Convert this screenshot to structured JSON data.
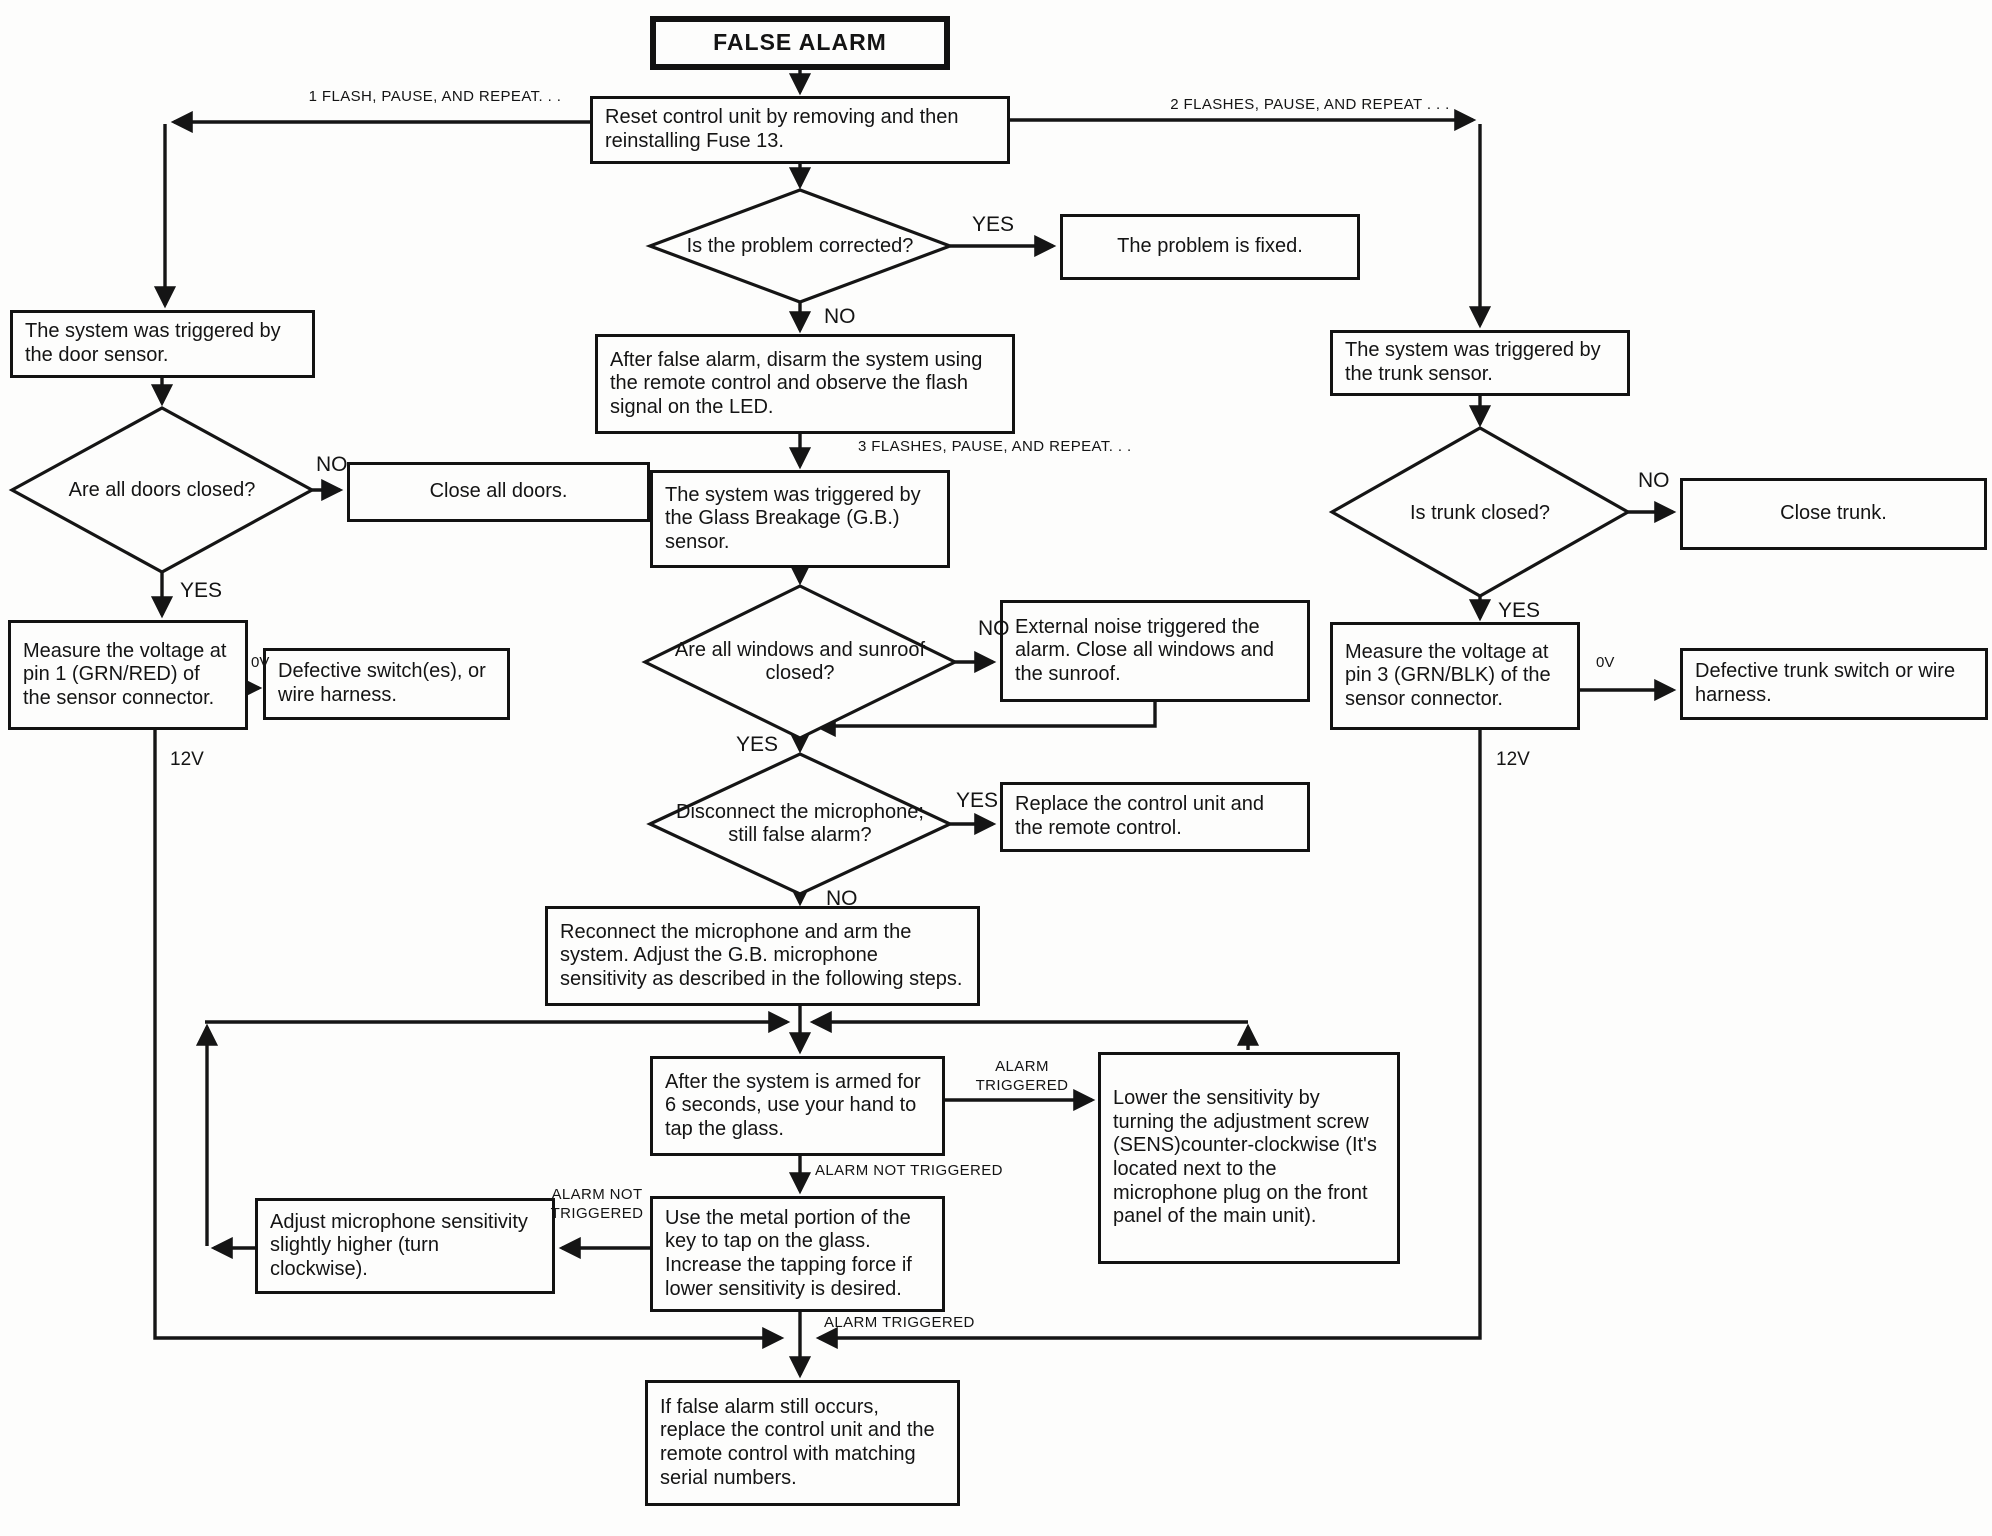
{
  "title": "FALSE ALARM",
  "nodes": {
    "false_alarm": {
      "text": "FALSE ALARM"
    },
    "reset": {
      "text": "Reset control unit by removing and then reinstalling Fuse 13."
    },
    "problem_corrected": {
      "text": "Is the problem corrected?"
    },
    "problem_fixed": {
      "text": "The problem is fixed."
    },
    "after_false_alarm": {
      "text": "After false alarm, disarm the system using the remote control and observe the flash signal on the LED."
    },
    "door_sensor": {
      "text": "The system was triggered by the door sensor."
    },
    "doors_closed": {
      "text": "Are all doors closed?"
    },
    "close_doors": {
      "text": "Close all doors."
    },
    "measure_pin1": {
      "text": "Measure the voltage at pin 1 (GRN/RED) of the sensor connector."
    },
    "defective_switch": {
      "text": "Defective switch(es), or wire harness."
    },
    "trunk_sensor": {
      "text": "The system was triggered by the trunk sensor."
    },
    "trunk_closed": {
      "text": "Is trunk closed?"
    },
    "close_trunk": {
      "text": "Close trunk."
    },
    "measure_pin3": {
      "text": "Measure the voltage at pin 3 (GRN/BLK) of the sensor connector."
    },
    "defective_trunk": {
      "text": "Defective trunk switch or wire harness."
    },
    "gb_sensor": {
      "text": "The system was triggered by the Glass Breakage (G.B.) sensor."
    },
    "windows_closed": {
      "text": "Are all windows and sunroof closed?"
    },
    "external_noise": {
      "text": "External noise triggered the alarm. Close all windows and the sunroof."
    },
    "disconnect_mic": {
      "text": "Disconnect the microphone; still false alarm?"
    },
    "replace_control": {
      "text": "Replace the control unit and the remote control."
    },
    "reconnect_mic": {
      "text": "Reconnect the microphone and arm the system. Adjust the G.B. microphone sensitivity as described in the following steps."
    },
    "tap_hand": {
      "text": "After the system is armed for 6 seconds, use your hand to tap the glass."
    },
    "lower_sensitivity": {
      "text": "Lower the sensitivity by turning the adjustment screw (SENS)counter-clockwise (It's located next to the microphone plug on the front panel of the main unit)."
    },
    "tap_key": {
      "text": "Use the metal portion of the key to tap on the glass. Increase the tapping force if lower sensitivity is desired."
    },
    "adjust_higher": {
      "text": "Adjust microphone sensitivity slightly higher (turn clockwise)."
    },
    "final_replace": {
      "text": "If false alarm still occurs, replace the control unit and the remote control with matching serial numbers."
    }
  },
  "labels": {
    "one_flash": "1 FLASH, PAUSE, AND REPEAT. . .",
    "two_flashes": "2 FLASHES, PAUSE, AND REPEAT . . .",
    "three_flashes": "3 FLASHES, PAUSE, AND REPEAT. . .",
    "yes": "YES",
    "no": "NO",
    "zero_v": "0V",
    "twelve_v": "12V",
    "alarm_triggered": "ALARM TRIGGERED",
    "alarm_not_triggered": "ALARM NOT TRIGGERED"
  },
  "colors": {
    "ink": "#141414",
    "paper": "#fdfdfc"
  }
}
